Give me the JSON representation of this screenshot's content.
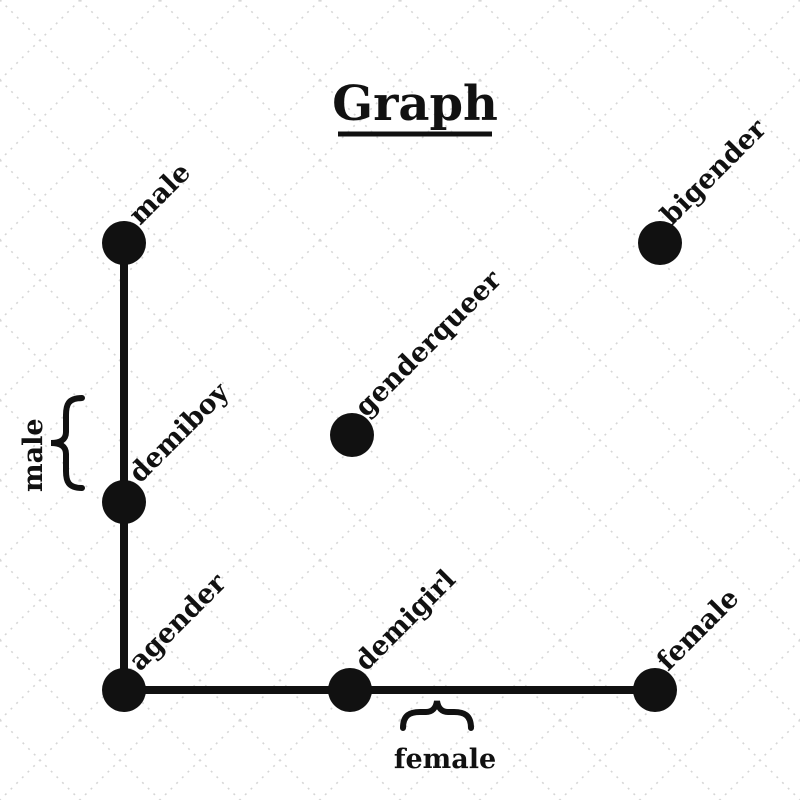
{
  "title": "Graph",
  "nodes": [
    {
      "label": "male"
    },
    {
      "label": "bigender"
    },
    {
      "label": "genderqueer"
    },
    {
      "label": "demiboy"
    },
    {
      "label": "agender"
    },
    {
      "label": "demigirl"
    },
    {
      "label": "female"
    }
  ],
  "edges": [
    {
      "from": "male",
      "to": "demiboy"
    },
    {
      "from": "demiboy",
      "to": "agender"
    },
    {
      "from": "agender",
      "to": "demigirl"
    },
    {
      "from": "demigirl",
      "to": "female"
    }
  ],
  "annotations": {
    "left_axis_label": "male",
    "bottom_axis_label": "female"
  },
  "colors": {
    "ink": "#111111",
    "background": "#ffffff",
    "lattice": "#d6d6d6"
  }
}
